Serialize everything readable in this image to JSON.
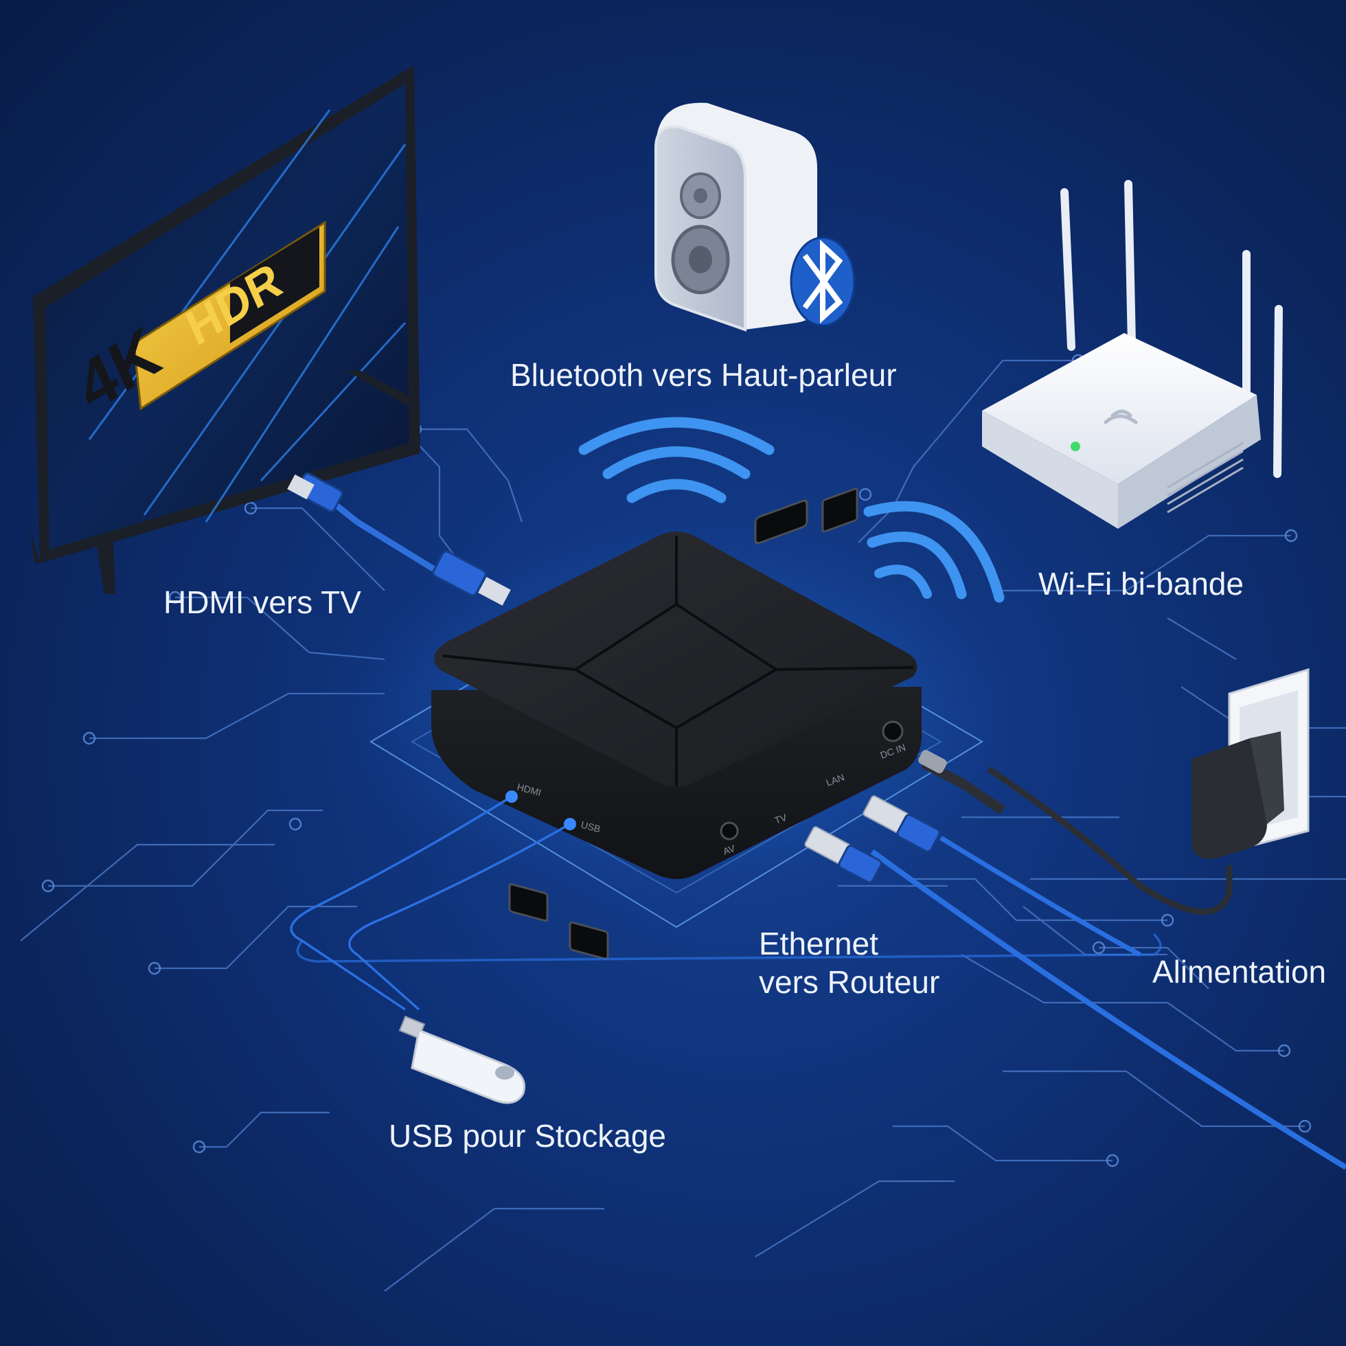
{
  "colors": {
    "background": "#0f3177",
    "circuit": "#4f7fd0",
    "cable_blue": "#2f6fdc",
    "glow": "#2a8cff",
    "box_body": "#1a1c20",
    "badge_gold": "#e6b52c"
  },
  "labels": {
    "bluetooth": "Bluetooth vers Haut-parleur",
    "hdmi": "HDMI vers TV",
    "wifi": "Wi-Fi bi-bande",
    "ethernet_line1": "Ethernet",
    "ethernet_line2": "vers Routeur",
    "power": "Alimentation",
    "usb": "USB pour Stockage"
  },
  "tv_badge": {
    "resolution": "4K",
    "hdr": "HDR"
  },
  "port_labels": {
    "hdmi_usb": "HDMI",
    "usb": "USB",
    "tv_hdmi": "TV",
    "av": "AV",
    "lan": "LAN",
    "dc": "DC IN"
  },
  "icons": [
    "bluetooth-icon",
    "wifi-icon",
    "tv-icon",
    "speaker-icon",
    "router-icon",
    "power-adapter-icon",
    "usb-drive-icon",
    "ethernet-cable-icon",
    "hdmi-cable-icon"
  ]
}
